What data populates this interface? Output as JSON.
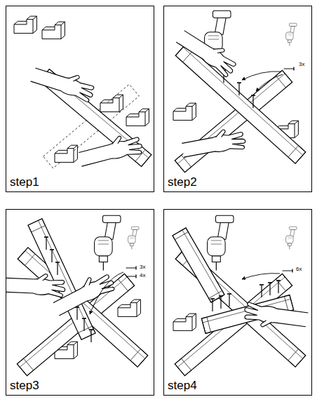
{
  "diagram": {
    "nodes": [
      {
        "text": [
          "step1"
        ]
      },
      {
        "text": [
          "step2"
        ]
      },
      {
        "text": [
          "step3"
        ]
      },
      {
        "text": [
          "step4"
        ]
      }
    ],
    "labels": [
      "3x",
      "3x",
      "4x",
      "6x"
    ]
  }
}
